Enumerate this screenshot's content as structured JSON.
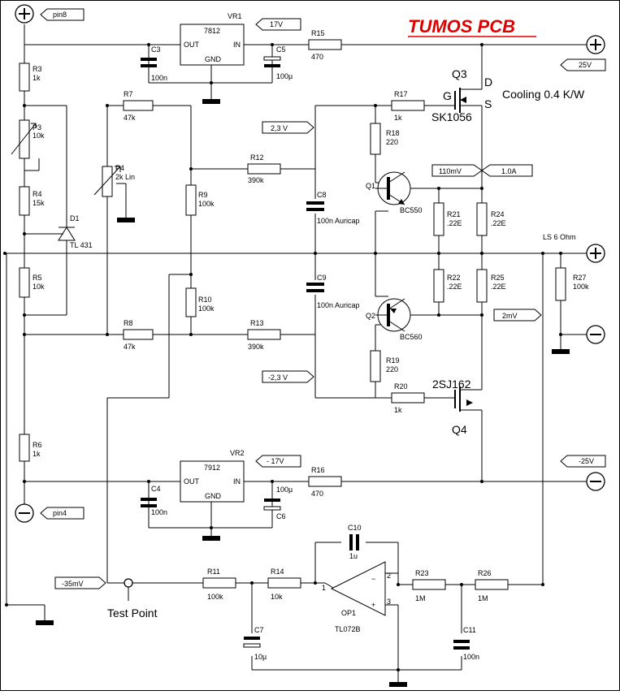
{
  "title": "TUMOS PCB",
  "title_color": "#e00000",
  "cooling_note": "Cooling 0.4 K/W",
  "test_point_label": "Test Point",
  "load_label": "LS 6 Ohm",
  "voltage_tags": {
    "pin8": "pin8",
    "pin4": "pin4",
    "reg_out_pos": "17V",
    "rail_pos": "25V",
    "bias_pos": "2,3 V",
    "bias_neg": "-2,3 V",
    "drop_mv": "110mV",
    "idle_current": "1.0A",
    "offset_out": "2mV",
    "reg_out_neg": "- 17V",
    "rail_neg": "-25V",
    "test_point_mv": "-35mV"
  },
  "components": {
    "VR1": {
      "ref": "VR1",
      "value": "7812",
      "pin_out": "OUT",
      "pin_in": "IN",
      "pin_gnd": "GND"
    },
    "VR2": {
      "ref": "VR2",
      "value": "7912",
      "pin_out": "OUT",
      "pin_in": "IN",
      "pin_gnd": "GND"
    },
    "R3": {
      "ref": "R3",
      "value": "1k"
    },
    "P3": {
      "ref": "P3",
      "value": "10k"
    },
    "R4": {
      "ref": "R4",
      "value": "15k"
    },
    "D1": {
      "ref": "D1",
      "value": "TL 431"
    },
    "R5": {
      "ref": "R5",
      "value": "10k"
    },
    "R6": {
      "ref": "R6",
      "value": "1k"
    },
    "R7": {
      "ref": "R7",
      "value": "47k"
    },
    "P4": {
      "ref": "P4",
      "value": "2k  Lin"
    },
    "R9": {
      "ref": "R9",
      "value": "100k"
    },
    "R10": {
      "ref": "R10",
      "value": "100k"
    },
    "R8": {
      "ref": "R8",
      "value": "47k"
    },
    "R12": {
      "ref": "R12",
      "value": "390k"
    },
    "R13": {
      "ref": "R13",
      "value": "390k"
    },
    "C3": {
      "ref": "C3",
      "value": "100n"
    },
    "C5": {
      "ref": "C5",
      "value": "100µ"
    },
    "C4": {
      "ref": "C4",
      "value": "100n"
    },
    "C6": {
      "ref": "C6",
      "value": "100µ"
    },
    "C8": {
      "ref": "C8",
      "value": "100n Auricap"
    },
    "C9": {
      "ref": "C9",
      "value": "100n Auricap"
    },
    "R15": {
      "ref": "R15",
      "value": "470"
    },
    "R16": {
      "ref": "R16",
      "value": "470"
    },
    "R17": {
      "ref": "R17",
      "value": "1k"
    },
    "R18": {
      "ref": "R18",
      "value": "220"
    },
    "R19": {
      "ref": "R19",
      "value": "220"
    },
    "R20": {
      "ref": "R20",
      "value": "1k"
    },
    "Q1": {
      "ref": "Q1",
      "value": "BC550"
    },
    "Q2": {
      "ref": "Q2",
      "value": "BC560"
    },
    "Q3": {
      "ref": "Q3",
      "value": "SK1056",
      "pin_d": "D",
      "pin_g": "G",
      "pin_s": "S"
    },
    "Q4": {
      "ref": "Q4",
      "value": "2SJ162"
    },
    "R21": {
      "ref": "R21",
      "value": ".22E"
    },
    "R22": {
      "ref": "R22",
      "value": ".22E"
    },
    "R24": {
      "ref": "R24",
      "value": ".22E"
    },
    "R25": {
      "ref": "R25",
      "value": ".22E"
    },
    "R27": {
      "ref": "R27",
      "value": "100k"
    },
    "R11": {
      "ref": "R11",
      "value": "100k"
    },
    "R14": {
      "ref": "R14",
      "value": "10k"
    },
    "R23": {
      "ref": "R23",
      "value": "1M"
    },
    "R26": {
      "ref": "R26",
      "value": "1M"
    },
    "C7": {
      "ref": "C7",
      "value": "10µ"
    },
    "C10": {
      "ref": "C10",
      "value": "1u"
    },
    "C11": {
      "ref": "C11",
      "value": "100n"
    },
    "OP1": {
      "ref": "OP1",
      "value": "TL072B",
      "pin1": "1",
      "pin2": "2",
      "pin3": "3",
      "minus": "−",
      "plus": "+"
    }
  }
}
